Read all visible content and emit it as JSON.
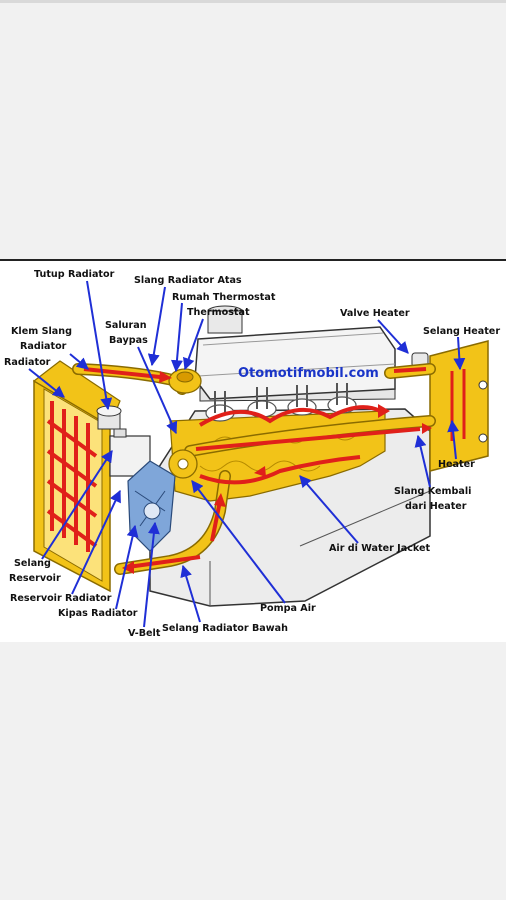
{
  "watermark": "Otomotifmobil.com",
  "labels": {
    "tutup_radiator": "Tutup Radiator",
    "slang_radiator_atas": "Slang Radiator Atas",
    "rumah_thermostat": "Rumah Thermostat",
    "thermostat": "Thermostat",
    "saluran": "Saluran",
    "baypas": "Baypas",
    "klem_slang": "Klem Slang",
    "radiator_1": "Radiator",
    "radiator_2": "Radiator",
    "valve_heater": "Valve Heater",
    "selang_heater": "Selang Heater",
    "heater": "Heater",
    "slang_kembali": "Slang Kembali",
    "dari_heater": "dari Heater",
    "air_water_jacket": "Air di Water Jacket",
    "selang": "Selang",
    "reservoir": "Reservoir",
    "reservoir_radiator": "Reservoir Radiator",
    "kipas_radiator": "Kipas Radiator",
    "v_belt": "V-Belt",
    "pompa_air": "Pompa Air",
    "selang_radiator_bawah": "Selang Radiator Bawah"
  },
  "colors": {
    "coolant_yellow": "#f2c318",
    "flow_red": "#e0201a",
    "pointer_blue": "#1f2fd6",
    "engine_gray": "#eeeeee"
  }
}
